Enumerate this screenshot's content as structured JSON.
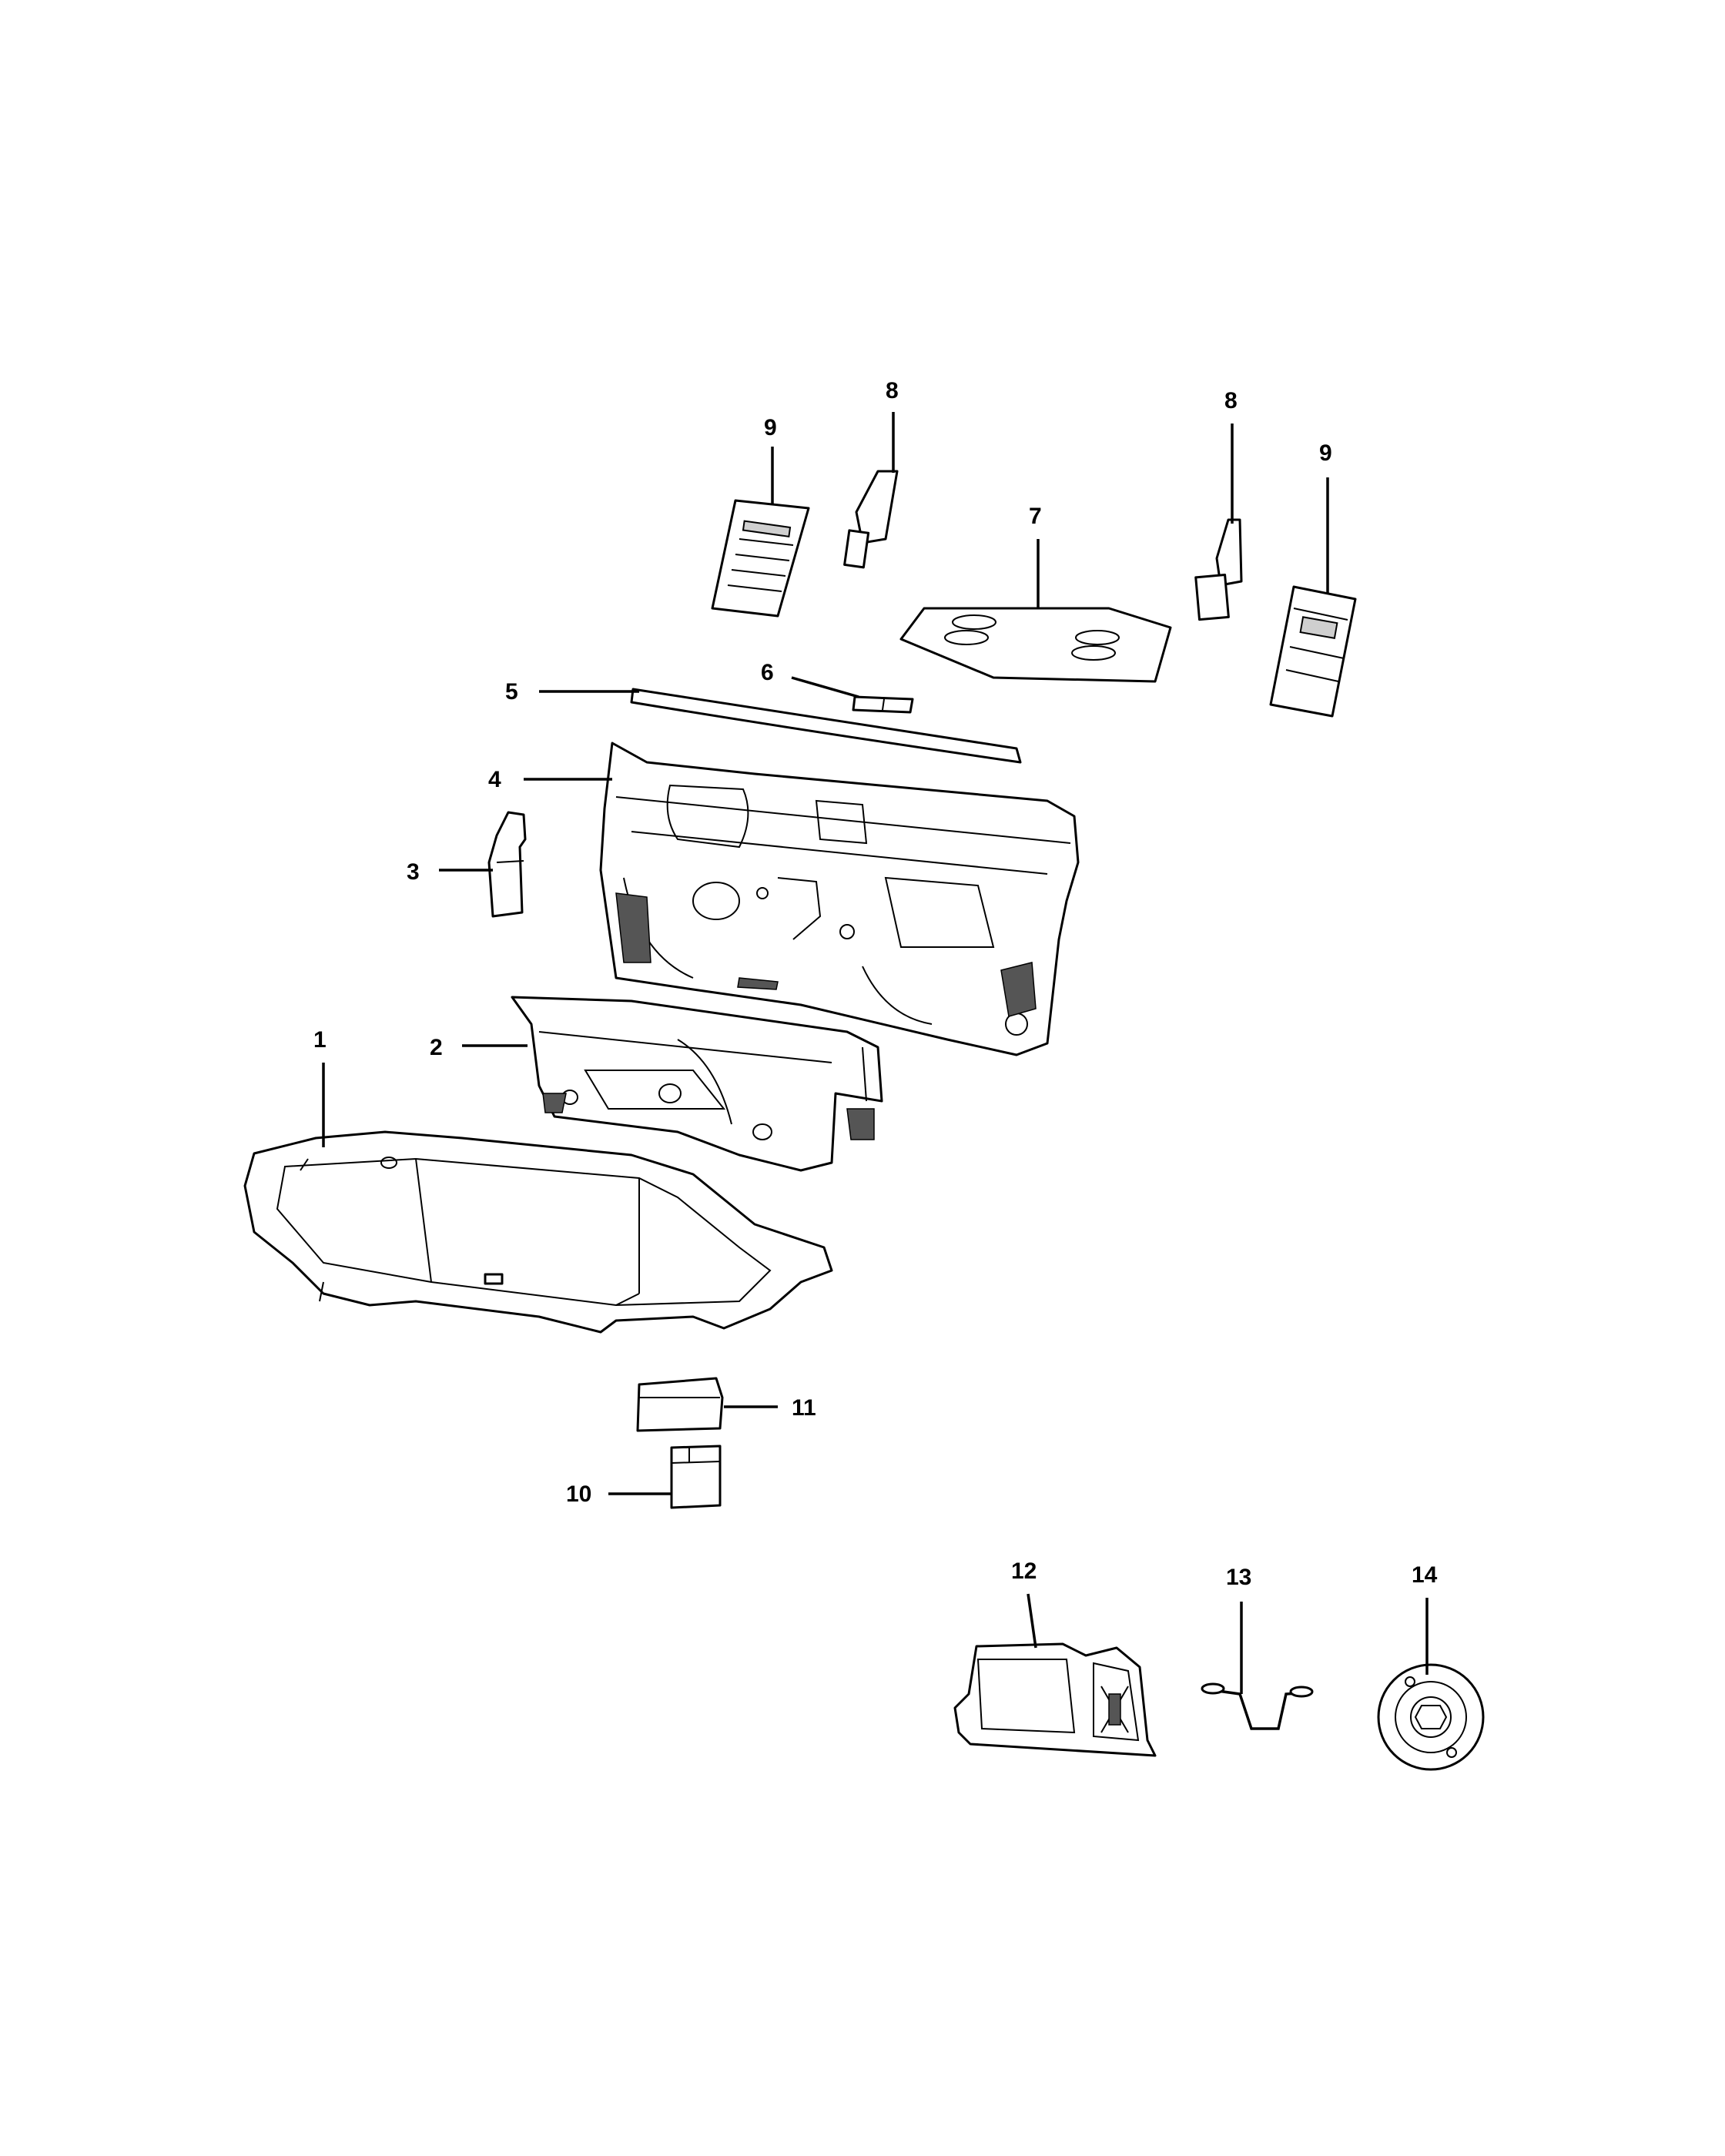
{
  "callouts": {
    "c1": "1",
    "c2": "2",
    "c3": "3",
    "c4": "4",
    "c5": "5",
    "c6": "6",
    "c7": "7",
    "c8a": "8",
    "c8b": "8",
    "c9a": "9",
    "c9b": "9",
    "c10": "10",
    "c11": "11",
    "c12": "12",
    "c13": "13",
    "c14": "14"
  }
}
